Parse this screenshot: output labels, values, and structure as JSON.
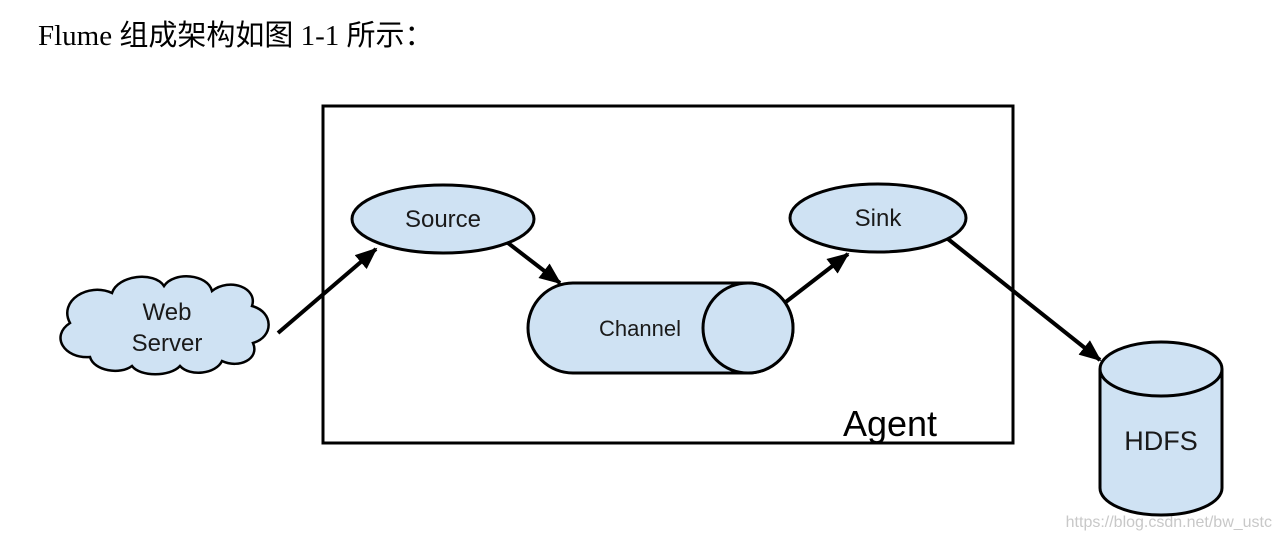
{
  "title": "Flume 组成架构如图 1-1 所示：",
  "diagram": {
    "agent_label": "Agent",
    "nodes": {
      "web_server": {
        "type": "cloud",
        "label_line1": "Web",
        "label_line2": "Server"
      },
      "source": {
        "type": "ellipse",
        "label": "Source"
      },
      "channel": {
        "type": "horizontal-cylinder",
        "label": "Channel"
      },
      "sink": {
        "type": "ellipse",
        "label": "Sink"
      },
      "hdfs": {
        "type": "vertical-cylinder",
        "label": "HDFS"
      }
    },
    "edges": [
      {
        "from": "web_server",
        "to": "source"
      },
      {
        "from": "source",
        "to": "channel"
      },
      {
        "from": "channel",
        "to": "sink"
      },
      {
        "from": "sink",
        "to": "hdfs"
      }
    ],
    "colors": {
      "node_fill": "#cfe2f3",
      "node_stroke": "#000000",
      "watermark_text": "#c8c8c8"
    }
  },
  "watermark": "https://blog.csdn.net/bw_ustc"
}
